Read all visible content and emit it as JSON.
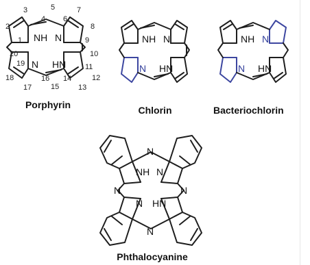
{
  "molecules": [
    {
      "name": "Porphyrin",
      "atoms": {
        "nh": "NH",
        "n": "N",
        "hn": "HN"
      },
      "numbers": [
        "1",
        "2",
        "3",
        "4",
        "5",
        "6",
        "7",
        "8",
        "9",
        "10",
        "11",
        "12",
        "13",
        "14",
        "15",
        "16",
        "17",
        "18",
        "19",
        "20"
      ]
    },
    {
      "name": "Chlorin",
      "atoms": {
        "nh": "NH",
        "n": "N",
        "hn": "HN"
      }
    },
    {
      "name": "Bacteriochlorin",
      "atoms": {
        "nh": "NH",
        "n": "N",
        "hn": "HN"
      }
    },
    {
      "name": "Phthalocyanine",
      "atoms": {
        "nh": "NH",
        "n": "N",
        "hn": "HN",
        "meso": "N"
      }
    }
  ],
  "colors": {
    "bond": "#1e1e1e",
    "reduced_ring": "#3c46a0"
  }
}
